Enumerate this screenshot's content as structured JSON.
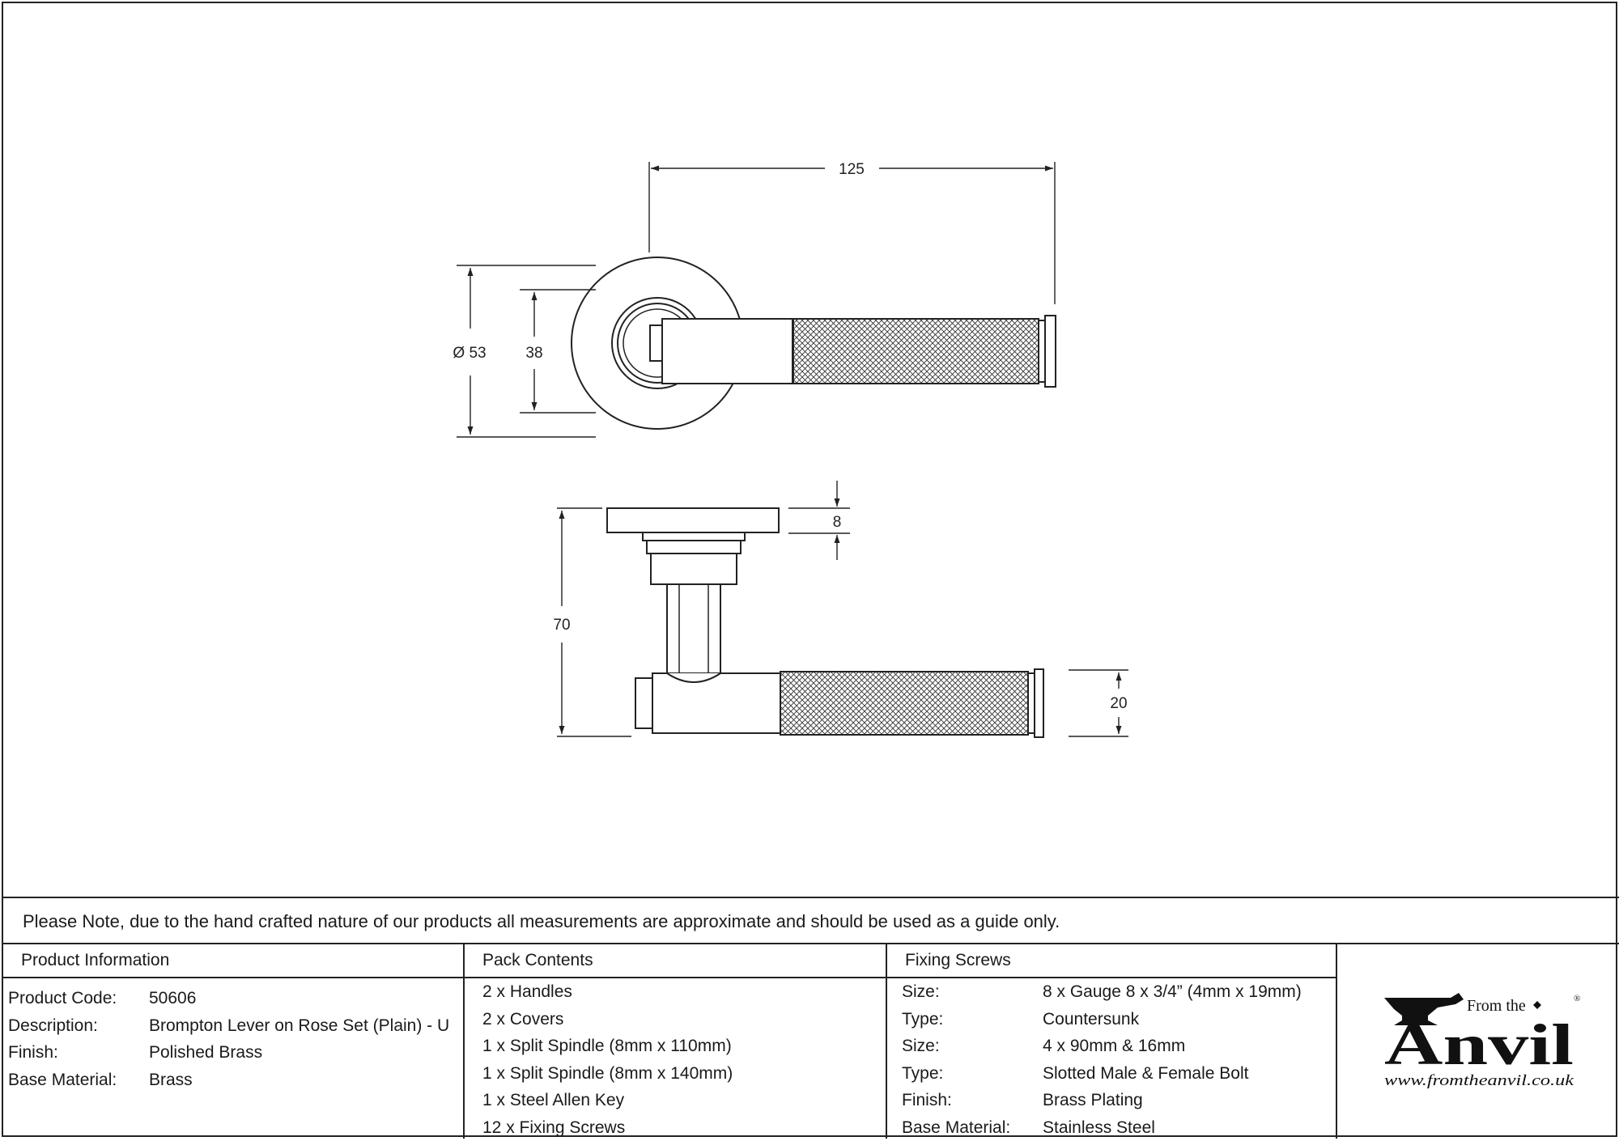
{
  "dimensions": {
    "length": "125",
    "rose_diameter": "Ø 53",
    "inner_diameter": "38",
    "rose_thickness": "8",
    "projection": "70",
    "grip_diameter": "20"
  },
  "note": "Please Note, due to the hand crafted nature of our products all measurements are approximate and should be used as a guide only.",
  "product_info": {
    "heading": "Product Information",
    "rows": [
      {
        "label": "Product Code:",
        "value": "50606"
      },
      {
        "label": "Description:",
        "value": "Brompton Lever on Rose Set (Plain) - U"
      },
      {
        "label": "Finish:",
        "value": "Polished Brass"
      },
      {
        "label": "Base Material:",
        "value": "Brass"
      }
    ]
  },
  "pack_contents": {
    "heading": "Pack Contents",
    "items": [
      "2 x Handles",
      "2 x Covers",
      "1 x Split Spindle (8mm x 110mm)",
      "1 x Split Spindle (8mm x 140mm)",
      "1 x Steel Allen Key",
      "12 x Fixing Screws"
    ]
  },
  "fixing_screws": {
    "heading": "Fixing Screws",
    "rows": [
      {
        "label": "Size:",
        "value": "8 x Gauge 8 x 3/4” (4mm x 19mm)"
      },
      {
        "label": "Type:",
        "value": "Countersunk"
      },
      {
        "label": "Size:",
        "value": "4 x 90mm & 16mm"
      },
      {
        "label": "Type:",
        "value": "Slotted Male & Female Bolt"
      },
      {
        "label": "Finish:",
        "value": "Brass Plating"
      },
      {
        "label": "Base Material:",
        "value": "Stainless Steel"
      }
    ]
  },
  "logo": {
    "from_the": "From the",
    "brand": "Anvil",
    "registered": "®",
    "url": "www.fromtheanvil.co.uk"
  }
}
